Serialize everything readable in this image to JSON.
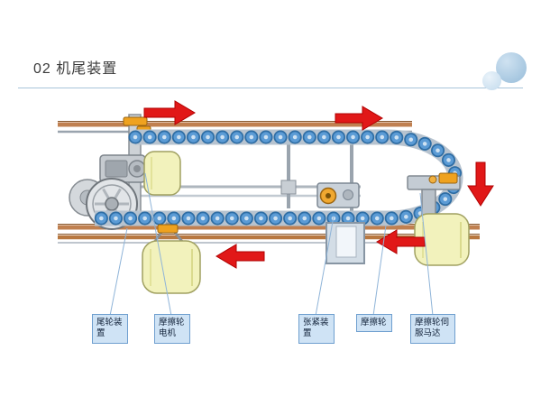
{
  "slide": {
    "title": "02 机尾装置"
  },
  "diagram": {
    "labels": [
      {
        "id": "tail-wheel-device",
        "lines": [
          "尾轮装",
          "置"
        ]
      },
      {
        "id": "friction-wheel-motor",
        "lines": [
          "摩擦轮",
          "电机"
        ]
      },
      {
        "id": "tensioning-device",
        "lines": [
          "张紧装",
          "置"
        ]
      },
      {
        "id": "friction-wheel",
        "lines": [
          "摩擦轮"
        ]
      },
      {
        "id": "friction-wheel-servo-motor",
        "lines": [
          "摩擦轮伺",
          "服马达"
        ]
      }
    ],
    "arrows": [
      {
        "name": "flow-arrow-top-left",
        "direction": "right"
      },
      {
        "name": "flow-arrow-top-right",
        "direction": "right"
      },
      {
        "name": "flow-arrow-right",
        "direction": "down"
      },
      {
        "name": "flow-arrow-bottom-right",
        "direction": "left"
      },
      {
        "name": "flow-arrow-bottom-left",
        "direction": "left"
      }
    ],
    "colors": {
      "arrow_red": "#e11818",
      "label_bg": "#cfe3f5",
      "label_border": "#6f9fcf",
      "chain_roller_blue": "#5b9bd5",
      "rail_copper": "#c08050",
      "drum_yellow": "#f2f2bc",
      "fitting_orange": "#efa21f",
      "divider_blue": "#a9c4da"
    }
  }
}
